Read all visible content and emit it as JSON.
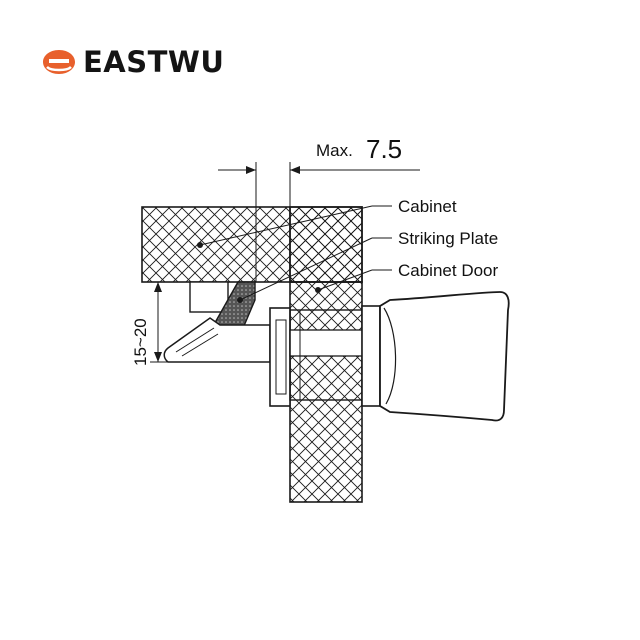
{
  "brand": {
    "name": "EASTWU",
    "accent_color": "#e8602c",
    "icon": "eastwu-logo-icon"
  },
  "diagram": {
    "labels": {
      "cabinet": "Cabinet",
      "striking_plate": "Striking Plate",
      "cabinet_door": "Cabinet Door"
    },
    "dimensions": {
      "max_prefix": "Max.",
      "max_value": "7.5",
      "height_range": "15~20"
    },
    "colors": {
      "line": "#1a1a1a",
      "striking_plate_fill": "#555555",
      "background": "#ffffff"
    }
  }
}
